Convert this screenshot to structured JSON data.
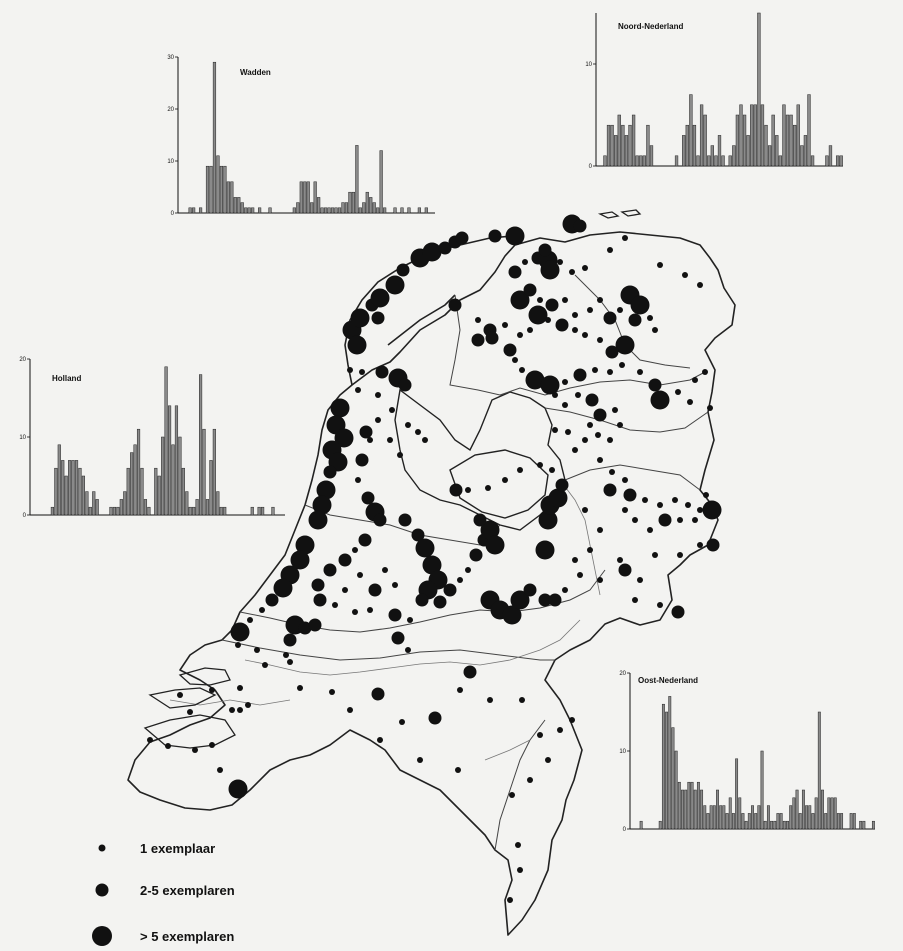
{
  "colors": {
    "ink": "#111111",
    "paper": "#f3f3f1",
    "bar_fill": "#8a8a8a",
    "border": "#222222",
    "river": "#777777"
  },
  "legend": [
    {
      "label": "1 exemplaar",
      "size_class": "small"
    },
    {
      "label": "2-5 exemplaren",
      "size_class": "medium"
    },
    {
      "label": "> 5 exemplaren",
      "size_class": "large"
    }
  ],
  "chart_data": [
    {
      "type": "bar",
      "title": "Wadden",
      "yticks": [
        "0",
        "10",
        "20",
        "30"
      ],
      "ylim": [
        0,
        30
      ],
      "values": [
        0,
        0,
        0,
        1,
        1,
        0,
        1,
        0,
        9,
        9,
        29,
        11,
        9,
        9,
        6,
        6,
        3,
        3,
        2,
        1,
        1,
        1,
        0,
        1,
        0,
        0,
        1,
        0,
        0,
        0,
        0,
        0,
        0,
        1,
        2,
        6,
        6,
        6,
        2,
        6,
        3,
        1,
        1,
        1,
        1,
        1,
        1,
        2,
        2,
        4,
        4,
        13,
        1,
        2,
        4,
        3,
        2,
        1,
        12,
        1,
        0,
        0,
        1,
        0,
        1,
        0,
        1,
        0,
        0,
        1,
        0,
        1,
        0,
        0
      ]
    },
    {
      "type": "bar",
      "title": "Noord-Nederland",
      "yticks": [
        "0",
        "10"
      ],
      "ylim": [
        0,
        15
      ],
      "values": [
        0,
        0,
        1,
        4,
        4,
        3,
        5,
        4,
        3,
        4,
        5,
        1,
        1,
        1,
        4,
        2,
        0,
        0,
        0,
        0,
        0,
        0,
        1,
        0,
        3,
        4,
        7,
        4,
        1,
        6,
        5,
        1,
        2,
        1,
        3,
        1,
        0,
        1,
        2,
        5,
        6,
        5,
        3,
        6,
        6,
        15,
        6,
        4,
        2,
        5,
        3,
        1,
        6,
        5,
        5,
        4,
        6,
        2,
        3,
        7,
        1,
        0,
        0,
        0,
        1,
        2,
        0,
        1,
        1
      ]
    },
    {
      "type": "bar",
      "title": "Holland",
      "yticks": [
        "0",
        "10",
        "20"
      ],
      "ylim": [
        0,
        20
      ],
      "values": [
        0,
        0,
        0,
        0,
        0,
        0,
        1,
        6,
        9,
        7,
        5,
        7,
        7,
        7,
        6,
        5,
        3,
        1,
        3,
        2,
        0,
        0,
        0,
        1,
        1,
        1,
        2,
        3,
        6,
        8,
        9,
        11,
        6,
        2,
        1,
        0,
        6,
        5,
        10,
        19,
        14,
        9,
        14,
        10,
        6,
        3,
        1,
        1,
        2,
        18,
        11,
        2,
        7,
        11,
        3,
        1,
        1,
        0,
        0,
        0,
        0,
        0,
        0,
        0,
        1,
        0,
        1,
        1,
        0,
        0,
        1,
        0,
        0,
        0
      ]
    },
    {
      "type": "bar",
      "title": "Oost-Nederland",
      "yticks": [
        "0",
        "10",
        "20"
      ],
      "ylim": [
        0,
        20
      ],
      "values": [
        0,
        0,
        0,
        1,
        0,
        0,
        0,
        0,
        0,
        1,
        16,
        15,
        17,
        13,
        10,
        6,
        5,
        5,
        6,
        6,
        5,
        6,
        5,
        3,
        2,
        3,
        3,
        5,
        3,
        3,
        2,
        4,
        2,
        9,
        4,
        2,
        1,
        2,
        3,
        2,
        3,
        10,
        1,
        3,
        1,
        1,
        2,
        2,
        1,
        1,
        3,
        4,
        5,
        2,
        5,
        3,
        3,
        2,
        4,
        15,
        5,
        2,
        4,
        4,
        4,
        2,
        2,
        0,
        0,
        2,
        2,
        0,
        1,
        1,
        0,
        0,
        1
      ]
    }
  ]
}
